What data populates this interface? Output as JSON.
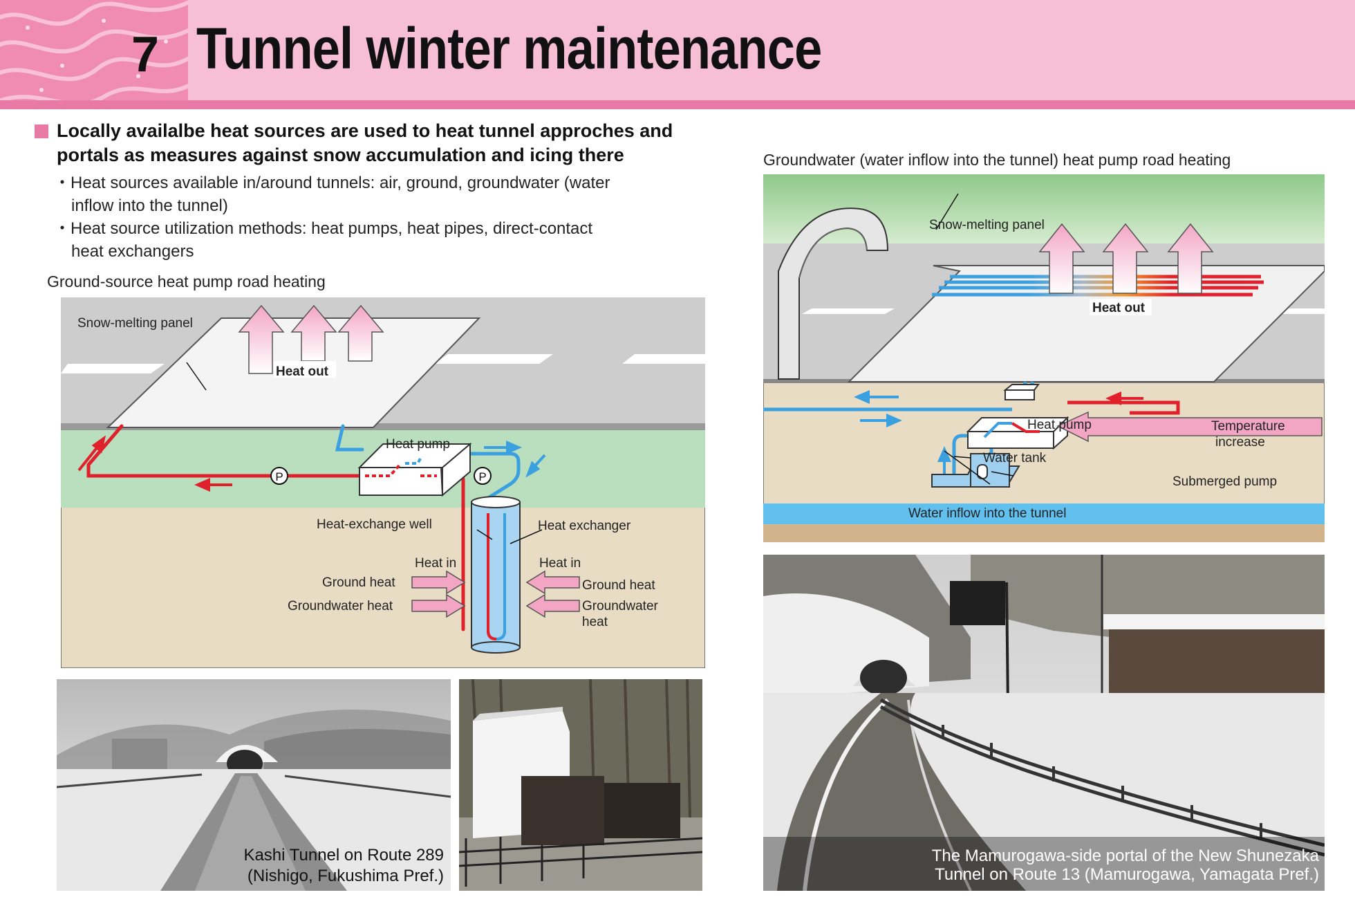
{
  "header": {
    "chapter_number": "7",
    "title": "Tunnel winter maintenance"
  },
  "lead": {
    "line1": "Locally availalbe heat sources are used to heat tunnel approches and",
    "line2": "portals as measures against snow accumulation and icing there",
    "bullets": [
      {
        "line1": "・Heat sources available in/around tunnels: air, ground, groundwater (water",
        "line2": "inflow into the tunnel)"
      },
      {
        "line1": "・Heat source utilization methods: heat pumps, heat pipes, direct-contact",
        "line2": "heat exchangers"
      }
    ]
  },
  "diagram_left": {
    "caption": "Ground-source heat pump road heating",
    "labels": {
      "panel": "Snow-melting panel",
      "heat_out": "Heat out",
      "heat_pump": "Heat pump",
      "pump_symbol": "P",
      "well": "Heat-exchange well",
      "exchanger": "Heat exchanger",
      "heat_in_left": "Heat in",
      "heat_in_right": "Heat in",
      "ground_heat_left": "Ground heat",
      "ground_heat_right": "Ground heat",
      "groundwater_left": "Groundwater heat",
      "groundwater_right_1": "Groundwater",
      "groundwater_right_2": "heat"
    }
  },
  "diagram_right": {
    "caption": "Groundwater (water inflow into the tunnel) heat pump road heating",
    "labels": {
      "panel": "Snow-melting panel",
      "heat_out": "Heat out",
      "heat_pump": "Heat pump",
      "temperature_1": "Temperature",
      "temperature_2": "increase",
      "water_tank": "Water tank",
      "submerged_pump": "Submerged pump",
      "water_inflow": "Water inflow into the tunnel"
    }
  },
  "photos": {
    "kashi": {
      "line1": "Kashi Tunnel on Route 289",
      "line2": "(Nishigo, Fukushima Pref.)"
    },
    "shunezaka": {
      "line1": "The Mamurogawa-side portal of the New Shunezaka",
      "line2": "Tunnel on Route 13 (Mamurogawa, Yamagata Pref.)"
    }
  },
  "colors": {
    "accent_pink": "#e97aa5",
    "header_band": "#f7bfd3",
    "hot_red": "#e0202a",
    "cold_blue": "#3aa0e0",
    "soil": "#e9dcc4"
  }
}
